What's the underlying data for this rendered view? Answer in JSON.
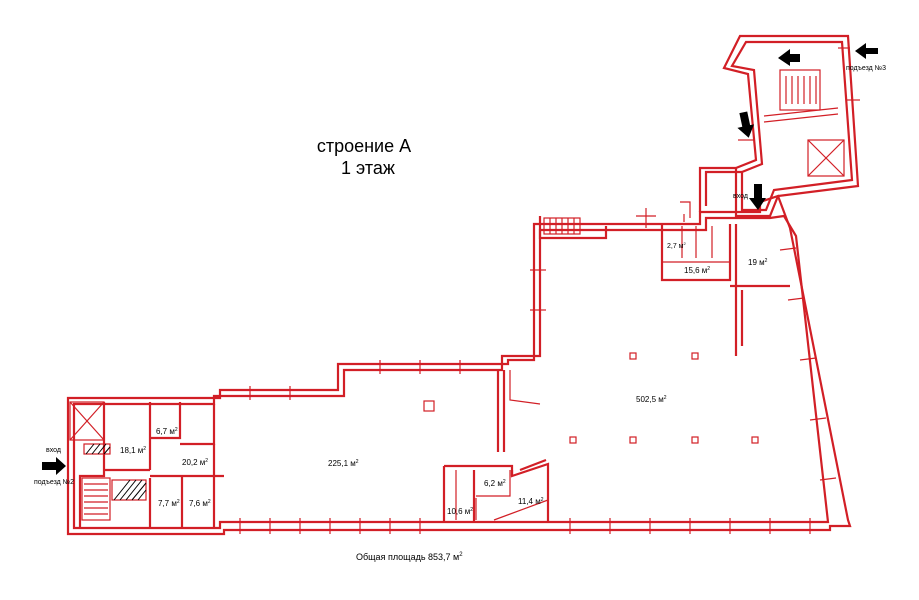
{
  "title": {
    "line1": "строение А",
    "line2": "1 этаж"
  },
  "total_area": {
    "text": "Общая площадь 853,7 м",
    "sup": "2"
  },
  "entrances": {
    "left_label": "вход",
    "left_sub": "подъезд №2",
    "right_top_label": "подъезд №3",
    "right_mid_label": "вход"
  },
  "rooms": {
    "r18_1": "18,1 м",
    "r6_7": "6,7 м",
    "r20_2": "20,2 м",
    "r7_7": "7,7 м",
    "r7_6": "7,6 м",
    "r225_1": "225,1 м",
    "r10_6": "10,6 м",
    "r6_2": "6,2 м",
    "r11_4": "11,4 м",
    "r502_5": "502,5 м",
    "r2_7": "2,7 м",
    "r15_6": "15,6 м",
    "r19": "19 м"
  },
  "sup": "2",
  "colors": {
    "wall": "#d21f26",
    "text": "#000000",
    "background": "#ffffff"
  }
}
